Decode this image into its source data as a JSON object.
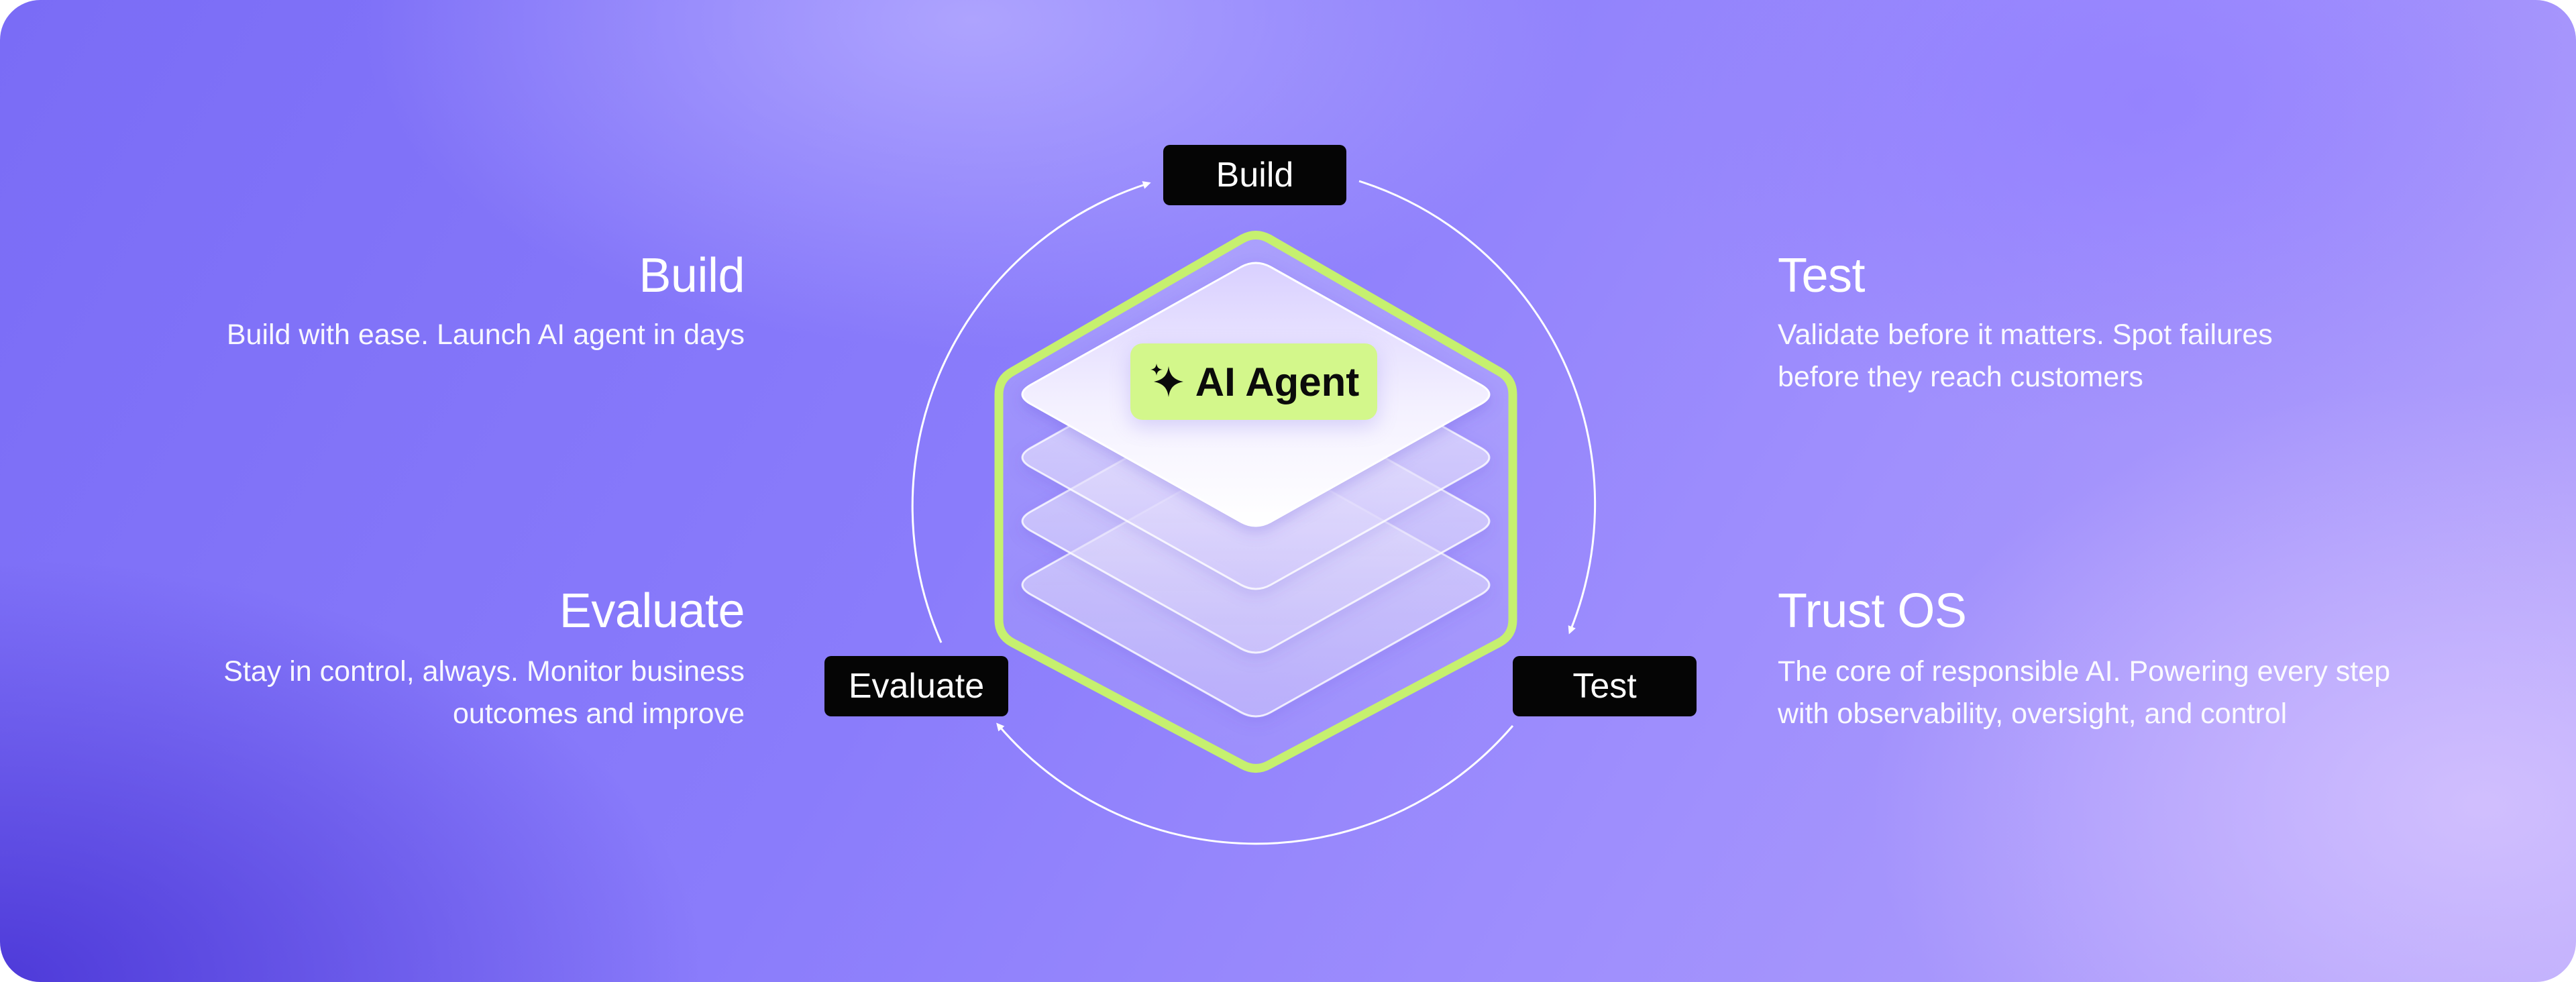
{
  "colors": {
    "accent": "#d3f78b",
    "label_bg": "#050505",
    "text": "#ffffff"
  },
  "cycle": {
    "build_label": "Build",
    "test_label": "Test",
    "evaluate_label": "Evaluate"
  },
  "center": {
    "chip_label": "AI Agent",
    "chip_icon": "sparkles-icon"
  },
  "sections": {
    "build": {
      "title": "Build",
      "desc_line1": "Build with ease. Launch AI agent in days"
    },
    "evaluate": {
      "title": "Evaluate",
      "desc_line1": "Stay in control, always. Monitor business",
      "desc_line2": "outcomes and improve"
    },
    "test": {
      "title": "Test",
      "desc_line1": "Validate before it matters. Spot failures",
      "desc_line2": "before they reach customers"
    },
    "trust": {
      "title": "Trust OS",
      "desc_line1": "The core of responsible AI. Powering every step",
      "desc_line2": "with observability, oversight, and control"
    }
  }
}
